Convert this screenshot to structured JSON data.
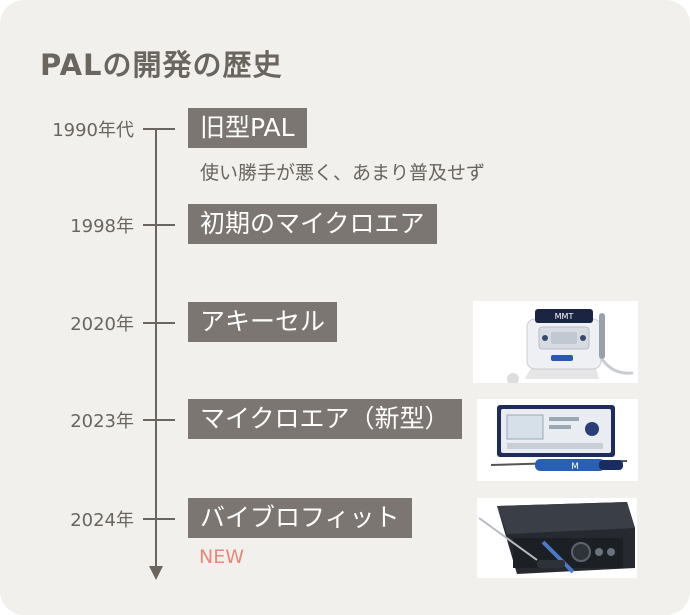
{
  "title": "PALの開発の歴史",
  "timeline": [
    {
      "year": "1990年代",
      "label": "旧型PAL",
      "note": "使い勝手が悪く、あまり普及せず"
    },
    {
      "year": "1998年",
      "label": "初期のマイクロエア"
    },
    {
      "year": "2020年",
      "label": "アキーセル",
      "image": "device-photo-akisel",
      "logo": "MMT"
    },
    {
      "year": "2023年",
      "label": "マイクロエア（新型）",
      "image": "device-photo-microaire"
    },
    {
      "year": "2024年",
      "label": "バイブロフィット",
      "badge": "NEW",
      "image": "device-photo-vibrofit"
    }
  ],
  "colors": {
    "background": "#f1f0ec",
    "label_bg": "#7b7671",
    "text": "#6a655f",
    "new_badge": "#e8877a"
  }
}
